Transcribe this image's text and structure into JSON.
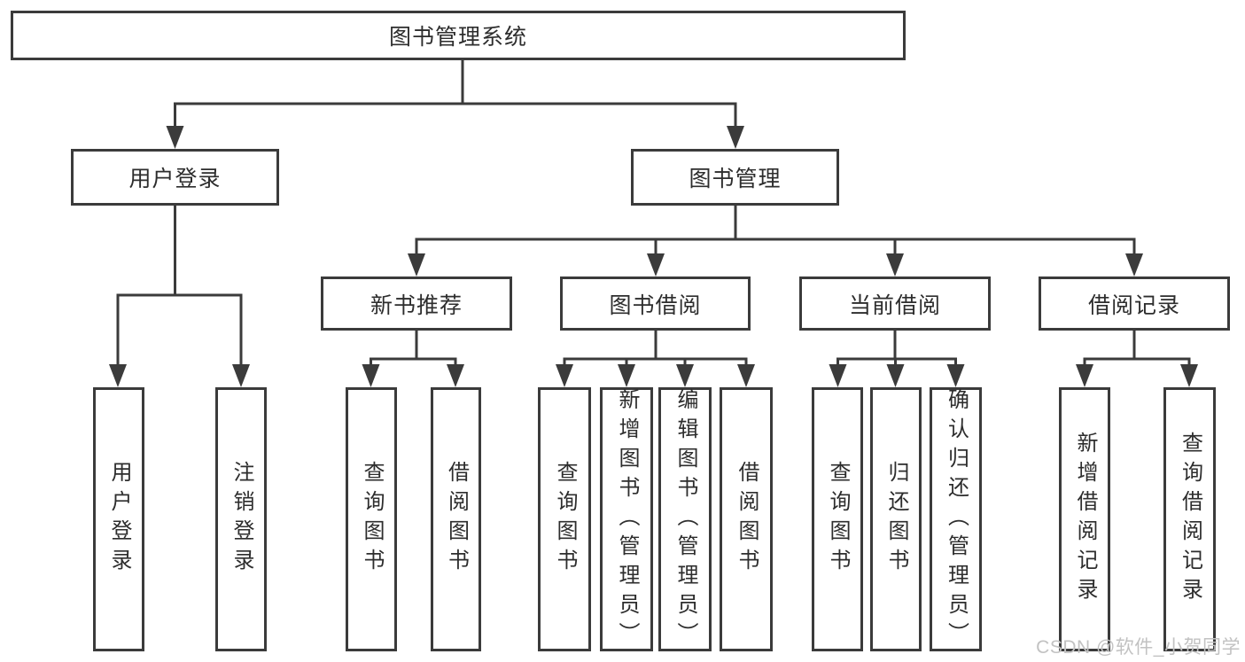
{
  "diagram": {
    "root": {
      "label": "图书管理系统"
    },
    "branches": [
      {
        "label": "用户登录",
        "children": [
          "用户登录",
          "注销登录"
        ]
      },
      {
        "label": "图书管理",
        "groups": [
          {
            "label": "新书推荐",
            "children": [
              "查询图书",
              "借阅图书"
            ]
          },
          {
            "label": "图书借阅",
            "children": [
              "查询图书",
              "新增图书（管理员）",
              "编辑图书（管理员）",
              "借阅图书"
            ]
          },
          {
            "label": "当前借阅",
            "children": [
              "查询图书",
              "归还图书",
              "确认归还（管理员）"
            ]
          },
          {
            "label": "借阅记录",
            "children": [
              "新增借阅记录",
              "查询借阅记录"
            ]
          }
        ]
      }
    ],
    "colors": {
      "line": "#3b3b3b",
      "text": "#2d2d2d",
      "watermark": "#c2c2c2",
      "background": "#ffffff"
    }
  },
  "watermark": {
    "text": "CSDN @软件_小贺同学"
  }
}
